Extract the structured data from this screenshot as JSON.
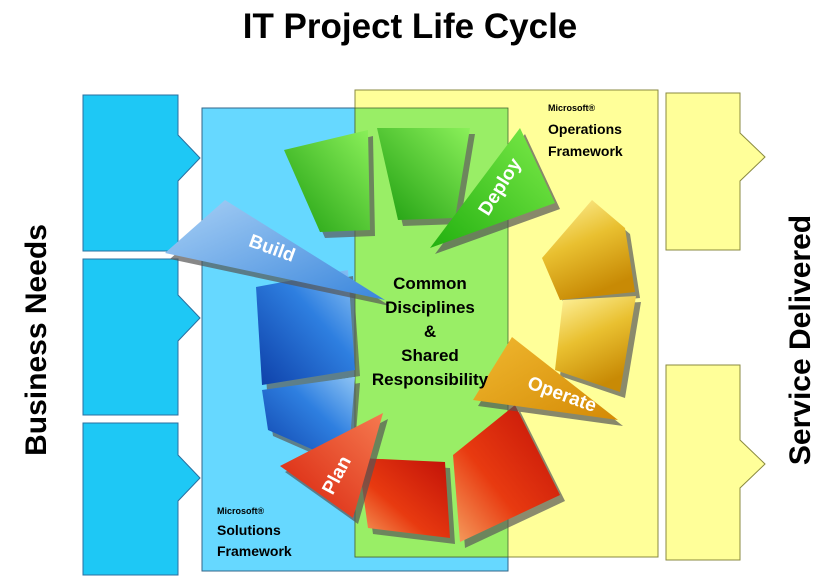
{
  "title": "IT Project Life Cycle",
  "left_label": "Business Needs",
  "right_label": "Service Delivered",
  "center_text": [
    "Common",
    "Disciplines",
    "&",
    "Shared",
    "Responsibility"
  ],
  "phases": {
    "build": "Build",
    "deploy": "Deploy",
    "operate": "Operate",
    "plan": "Plan"
  },
  "solutions_framework": {
    "brand": "Microsoft®",
    "line1": "Solutions",
    "line2": "Framework"
  },
  "operations_framework": {
    "brand": "Microsoft®",
    "line1": "Operations",
    "line2": "Framework"
  },
  "colors": {
    "solutions_bg": "#66d8ff",
    "operations_bg": "#ffff99",
    "overlap_bg": "#99ee66",
    "input_arrow": "#1ec8f5",
    "output_arrow": "#ffff99",
    "build_ring": "#1f6fd4",
    "deploy_ring": "#44cc22",
    "operate_ring": "#e8b820",
    "plan_ring": "#e03010"
  }
}
